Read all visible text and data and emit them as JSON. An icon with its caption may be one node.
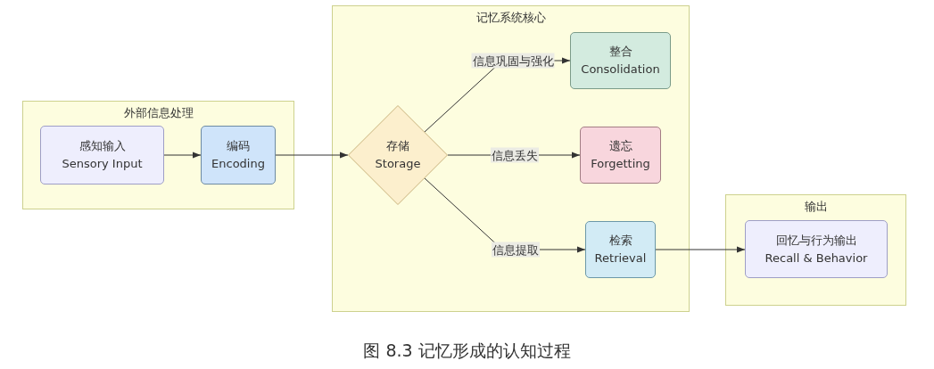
{
  "diagram": {
    "caption": "图 8.3 记忆形成的认知过程",
    "nodes": [
      {
        "text": [
          "外部信息处理"
        ]
      },
      {
        "text": [
          "感知输入",
          "Sensory Input"
        ],
        "in": 0
      },
      {
        "text": [
          "编码",
          "Encoding"
        ],
        "in": 0
      },
      {
        "text": [
          "记忆系统核心"
        ]
      },
      {
        "text": [
          "存储",
          "Storage"
        ],
        "in": 3
      },
      {
        "text": [
          "整合",
          "Consolidation"
        ],
        "in": 3
      },
      {
        "text": [
          "遗忘",
          "Forgetting"
        ],
        "in": 3
      },
      {
        "text": [
          "检索",
          "Retrieval"
        ],
        "in": 3
      },
      {
        "text": [
          "输出"
        ]
      },
      {
        "text": [
          "回忆与行为输出",
          "Recall & Behavior"
        ],
        "in": 8
      }
    ],
    "edges": [
      {
        "from": 1,
        "to": 2,
        "arrow": "to"
      },
      {
        "from": 2,
        "to": 4,
        "arrow": "to"
      },
      {
        "from": 4,
        "to": 5,
        "arrow": "to",
        "label": "信息巩固与强化"
      },
      {
        "from": 4,
        "to": 6,
        "arrow": "to",
        "label": "信息丢失"
      },
      {
        "from": 4,
        "to": 7,
        "arrow": "to",
        "label": "信息提取"
      },
      {
        "from": 7,
        "to": 9,
        "arrow": "to"
      }
    ]
  }
}
